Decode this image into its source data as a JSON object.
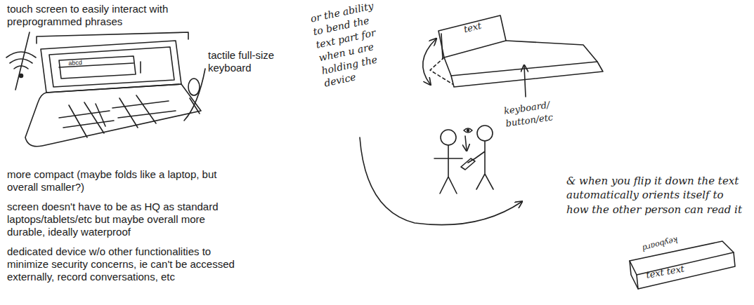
{
  "diagram": {
    "labels": [
      "touch screen to easily interact with preprogrammed phrases",
      "abcd",
      "tactile full-size keyboard",
      "more compact (maybe folds like a laptop, but overall smaller?)",
      "screen doesn't have to be as HQ as standard laptops/tablets/etc but maybe overall more durable, ideally waterproof",
      "dedicated device w/o other functionalities to minimize security concerns, ie can't be accessed externally, record conversations, etc",
      "or the ability to bend the text part for when u are holding the device",
      "text",
      "keyboard/ button/etc",
      "& when you flip it down the text automatically orients itself to how the other person can read it",
      "keyboard",
      "text text"
    ]
  }
}
